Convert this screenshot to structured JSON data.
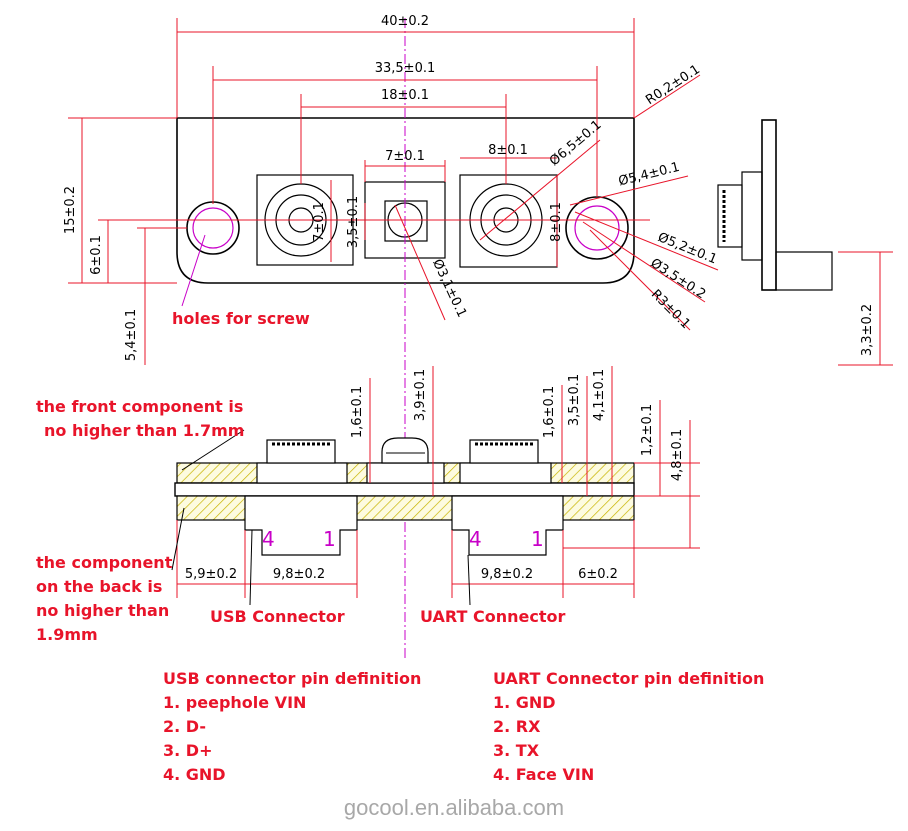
{
  "dims": {
    "d40": "40±0.2",
    "d33_5": "33,5±0.1",
    "d18": "18±0.1",
    "d7": "7±0.1",
    "d8": "8±0.1",
    "d15": "15±0.2",
    "d6": "6±0.1",
    "d5_4": "5,4±0.1",
    "d7v": "7±0.1",
    "d3_5v": "3,5±0.1",
    "d8v": "8±0.1",
    "r02": "R0,2±0.1",
    "phi65": "Ø6,5±0.1",
    "phi54": "Ø5,4±0.1",
    "phi52": "Ø5,2±0.1",
    "phi35": "Ø3,5±0.2",
    "r3": "R3±0.1",
    "phi31": "Ø3,1±0.1",
    "d3_3": "3,3±0.2",
    "d1_6a": "1,6±0.1",
    "d3_9": "3,9±0.1",
    "d1_6b": "1,6±0.1",
    "d3_5b": "3,5±0.1",
    "d4_1": "4,1±0.1",
    "d1_2": "1,2±0.1",
    "d4_8": "4,8±0.1",
    "d5_9": "5,9±0.2",
    "d9_8a": "9,8±0.2",
    "d9_8b": "9,8±0.2",
    "d6b": "6±0.2"
  },
  "labels": {
    "holes": "holes for screw",
    "front1": "the front component is",
    "front2": "no higher than 1.7mm",
    "back1": "the component",
    "back2": "on the back is",
    "back3": "no higher than",
    "back4": "1.9mm",
    "usb": "USB Connector",
    "uart": "UART Connector"
  },
  "pins": {
    "usb_left": "4",
    "usb_right": "1",
    "uart_left": "4",
    "uart_right": "1"
  },
  "usb_def": {
    "title": "USB connector pin definition",
    "items": [
      "1. peephole VIN",
      "2. D-",
      "3. D+",
      "4. GND"
    ]
  },
  "uart_def": {
    "title": "UART Connector pin definition",
    "items": [
      "1. GND",
      "2. RX",
      "3. TX",
      "4. Face VIN"
    ]
  },
  "watermark": "gocool.en.alibaba.com",
  "colors": {
    "annotation": "#e8142a",
    "pin_label": "#c800c8",
    "outline": "#000000",
    "pcb_hatch": "#c8b400",
    "pcb_fill": "#fdfbe0"
  }
}
